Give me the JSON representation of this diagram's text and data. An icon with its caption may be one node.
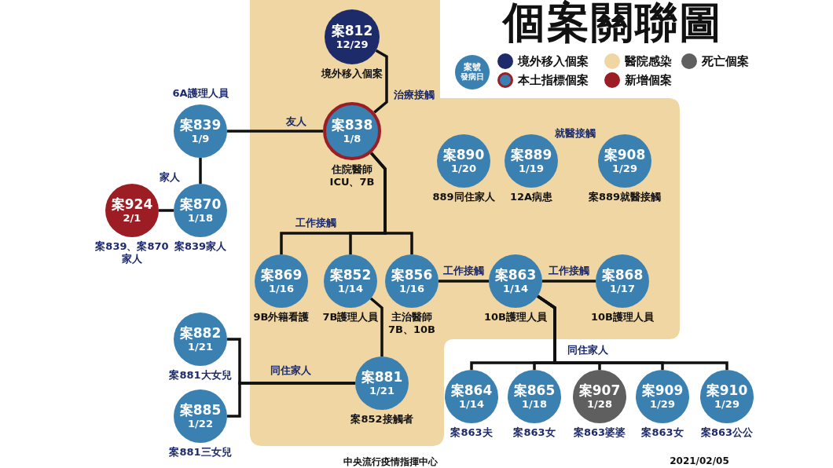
{
  "diagram": {
    "title": "個案關聯圖",
    "nodes": [
      {
        "text": [
          "案812",
          "12/29"
        ],
        "beside": [
          "境外移入個案"
        ]
      },
      {
        "text": [
          "案839",
          "1/9"
        ],
        "beside": [
          "6A護理人員"
        ]
      },
      {
        "text": [
          "案838",
          "1/8"
        ],
        "beside": [
          "住院醫師 ICU、7B"
        ]
      },
      {
        "text": [
          "案924",
          "2/1"
        ],
        "beside": [
          "案839、案870 家人"
        ]
      },
      {
        "text": [
          "案870",
          "1/18"
        ],
        "beside": [
          "案839家人"
        ]
      },
      {
        "text": [
          "案890",
          "1/20"
        ],
        "beside": [
          "889同住家人"
        ]
      },
      {
        "text": [
          "案889",
          "1/19"
        ],
        "beside": [
          "12A病患"
        ]
      },
      {
        "text": [
          "案908",
          "1/29"
        ],
        "beside": [
          "案889就醫接觸"
        ]
      },
      {
        "text": [
          "案869",
          "1/16"
        ],
        "beside": [
          "9B外籍看護"
        ]
      },
      {
        "text": [
          "案852",
          "1/14"
        ],
        "beside": [
          "7B護理人員"
        ]
      },
      {
        "text": [
          "案856",
          "1/16"
        ],
        "beside": [
          "主治醫師 7B、10B"
        ]
      },
      {
        "text": [
          "案863",
          "1/14"
        ],
        "beside": [
          "10B護理人員"
        ]
      },
      {
        "text": [
          "案868",
          "1/17"
        ],
        "beside": [
          "10B護理人員"
        ]
      },
      {
        "text": [
          "案882",
          "1/21"
        ],
        "beside": [
          "案881大女兒"
        ]
      },
      {
        "text": [
          "案885",
          "1/22"
        ],
        "beside": [
          "案881三女兒"
        ]
      },
      {
        "text": [
          "案881",
          "1/21"
        ],
        "beside": [
          "案852接觸者"
        ]
      },
      {
        "text": [
          "案864",
          "1/14"
        ],
        "beside": [
          "案863夫"
        ]
      },
      {
        "text": [
          "案865",
          "1/18"
        ],
        "beside": [
          "案863女"
        ]
      },
      {
        "text": [
          "案907",
          "1/28"
        ],
        "beside": [
          "案863婆婆"
        ]
      },
      {
        "text": [
          "案909",
          "1/29"
        ],
        "beside": [
          "案863女"
        ]
      },
      {
        "text": [
          "案910",
          "1/29"
        ],
        "beside": [
          "案863公公"
        ]
      },
      {
        "text": [
          "案號",
          "發病日"
        ]
      }
    ],
    "edges": [
      {
        "from": 0,
        "to": 2,
        "arrow": "none",
        "label": "治療接觸"
      },
      {
        "from": 1,
        "to": 2,
        "arrow": "none",
        "label": "友人"
      },
      {
        "from": 1,
        "to": 4,
        "arrow": "none",
        "label": "家人"
      },
      {
        "from": 3,
        "to": 4,
        "arrow": "none"
      },
      {
        "from": 2,
        "to": 8,
        "arrow": "none",
        "label": "工作接觸"
      },
      {
        "from": 2,
        "to": 9,
        "arrow": "none"
      },
      {
        "from": 2,
        "to": 10,
        "arrow": "none"
      },
      {
        "from": 10,
        "to": 11,
        "arrow": "none",
        "label": "工作接觸"
      },
      {
        "from": 11,
        "to": 12,
        "arrow": "none",
        "label": "工作接觸"
      },
      {
        "from": 9,
        "to": 15,
        "arrow": "none"
      },
      {
        "from": 15,
        "to": 13,
        "arrow": "none",
        "label": "同住家人"
      },
      {
        "from": 15,
        "to": 14,
        "arrow": "none"
      },
      {
        "from": 11,
        "to": 16,
        "arrow": "none",
        "label": "同住家人"
      },
      {
        "from": 11,
        "to": 17,
        "arrow": "none"
      },
      {
        "from": 11,
        "to": 18,
        "arrow": "none"
      },
      {
        "from": 11,
        "to": 19,
        "arrow": "none"
      },
      {
        "from": 11,
        "to": 20,
        "arrow": "none"
      }
    ],
    "labels": [
      "就醫接觸",
      "中央流行疫情指揮中心",
      "2021/02/05"
    ],
    "legend": [
      {
        "text": "境外移入個案",
        "color": "#1d2b6b"
      },
      {
        "text": "醫院感染",
        "color": "#efd6a2"
      },
      {
        "text": "死亡個案",
        "color": "#5f5f5f"
      },
      {
        "text": "本土指標個案"
      },
      {
        "text": "新增個案",
        "color": "#9c1d24"
      }
    ]
  }
}
